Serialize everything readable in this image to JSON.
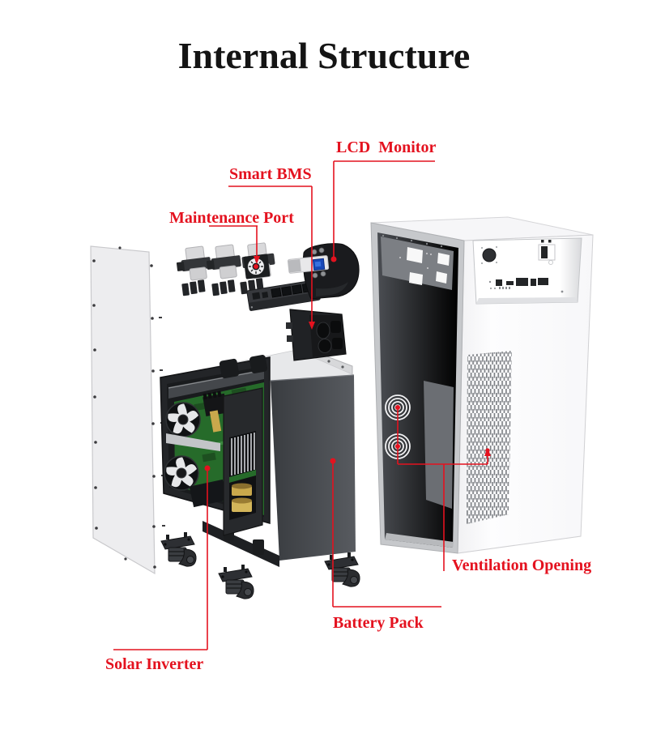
{
  "title": "Internal Structure",
  "labels": {
    "lcd_monitor": "LCD  Monitor",
    "smart_bms": "Smart BMS",
    "maintenance_port": "Maintenance Port",
    "ventilation_opening": "Ventilation Opening",
    "battery_pack": "Battery Pack",
    "solar_inverter": "Solar Inverter"
  },
  "colors": {
    "label_red": "#e4121f",
    "title_black": "#141414",
    "cabinet_white": "#fcfcfd",
    "interior_grey": "#55585d",
    "battery_grey": "#4a4d52",
    "pcb_green": "#266b2a",
    "capacitor_gold": "#c9a84c",
    "panel_grey": "#ededef"
  },
  "diagram": {
    "type": "exploded-view",
    "subject": "solar inverter / battery energy storage cabinet internal structure",
    "parts": [
      "back-panel",
      "ac-connectors",
      "maintenance-port-dial",
      "small-connectors",
      "port-strip",
      "lcd-monitor-module",
      "smart-bms-board",
      "solar-inverter-module",
      "battery-pack",
      "caster-wheels",
      "outer-cabinet",
      "cooling-fans",
      "ventilation-slots"
    ]
  }
}
